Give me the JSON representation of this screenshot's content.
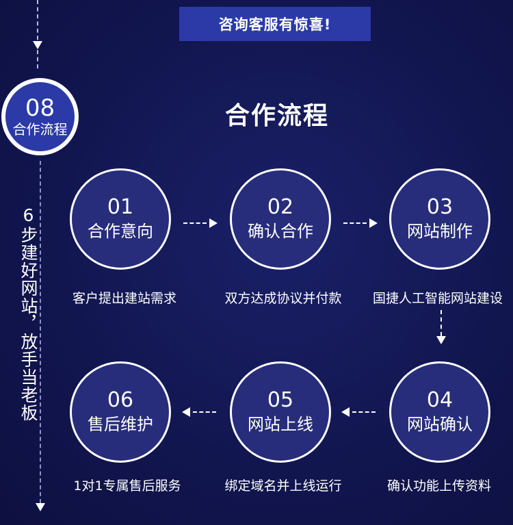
{
  "banner": {
    "text": "咨询客服有惊喜!"
  },
  "badge": {
    "number": "08",
    "label": "合作流程"
  },
  "slogan": "6步建好网站，放手当老板",
  "title": "合作流程",
  "steps": [
    {
      "num": "01",
      "name": "合作意向",
      "desc": "客户提出建站需求"
    },
    {
      "num": "02",
      "name": "确认合作",
      "desc": "双方达成协议并付款"
    },
    {
      "num": "03",
      "name": "网站制作",
      "desc": "国捷人工智能网站建设"
    },
    {
      "num": "04",
      "name": "网站确认",
      "desc": "确认功能上传资料"
    },
    {
      "num": "05",
      "name": "网站上线",
      "desc": "绑定域名并上线运行"
    },
    {
      "num": "06",
      "name": "售后维护",
      "desc": "1对1专属售后服务"
    }
  ],
  "colors": {
    "background": "#141852",
    "accent": "#2b3aa6",
    "circle_fill": "#272d7a",
    "text": "#ffffff"
  }
}
